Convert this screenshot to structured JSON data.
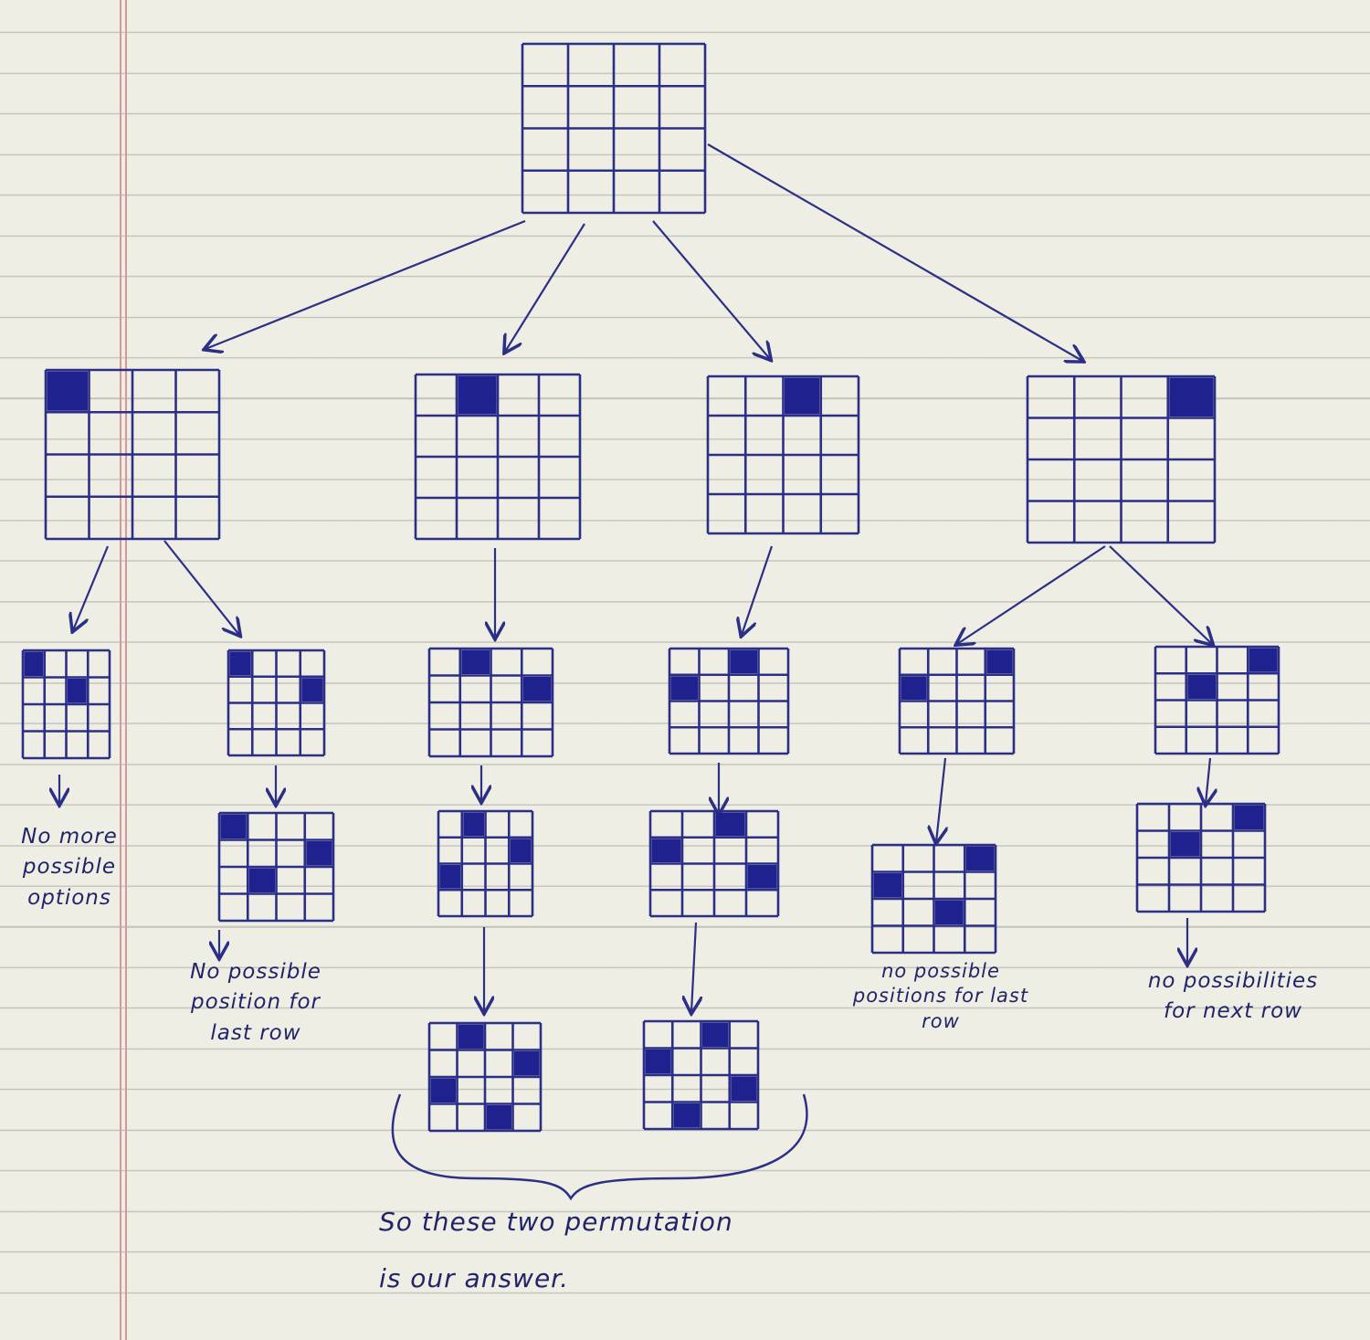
{
  "colors": {
    "ink": "#2b2f86",
    "queen_fill": "#1f228e",
    "paper": "#eeeee4",
    "rule_line": "#9a9a9a",
    "margin_line": "#d49a9a"
  },
  "board_size": 4,
  "boards": [
    {
      "id": "root",
      "queens": []
    },
    {
      "id": "l1-a",
      "queens": [
        [
          0,
          0
        ]
      ]
    },
    {
      "id": "l1-b",
      "queens": [
        [
          0,
          1
        ]
      ]
    },
    {
      "id": "l1-c",
      "queens": [
        [
          0,
          2
        ]
      ]
    },
    {
      "id": "l1-d",
      "queens": [
        [
          0,
          3
        ]
      ]
    },
    {
      "id": "l2-a1",
      "queens": [
        [
          0,
          0
        ],
        [
          1,
          2
        ]
      ]
    },
    {
      "id": "l2-a2",
      "queens": [
        [
          0,
          0
        ],
        [
          1,
          3
        ]
      ]
    },
    {
      "id": "l2-b",
      "queens": [
        [
          0,
          1
        ],
        [
          1,
          3
        ]
      ]
    },
    {
      "id": "l2-c",
      "queens": [
        [
          0,
          2
        ],
        [
          1,
          0
        ]
      ]
    },
    {
      "id": "l2-d1",
      "queens": [
        [
          0,
          3
        ],
        [
          1,
          0
        ]
      ]
    },
    {
      "id": "l2-d2",
      "queens": [
        [
          0,
          3
        ],
        [
          1,
          1
        ]
      ]
    },
    {
      "id": "l3-a2",
      "queens": [
        [
          0,
          0
        ],
        [
          1,
          3
        ],
        [
          2,
          1
        ]
      ]
    },
    {
      "id": "l3-b",
      "queens": [
        [
          0,
          1
        ],
        [
          1,
          3
        ],
        [
          2,
          0
        ]
      ]
    },
    {
      "id": "l3-c",
      "queens": [
        [
          0,
          2
        ],
        [
          1,
          0
        ],
        [
          2,
          3
        ]
      ]
    },
    {
      "id": "l3-d1",
      "queens": [
        [
          0,
          3
        ],
        [
          1,
          0
        ],
        [
          2,
          2
        ]
      ]
    },
    {
      "id": "l3-d2",
      "queens": [
        [
          0,
          3
        ],
        [
          1,
          1
        ]
      ]
    },
    {
      "id": "l4-b",
      "queens": [
        [
          0,
          1
        ],
        [
          1,
          3
        ],
        [
          2,
          0
        ],
        [
          3,
          2
        ]
      ]
    },
    {
      "id": "l4-c",
      "queens": [
        [
          0,
          2
        ],
        [
          1,
          0
        ],
        [
          2,
          3
        ],
        [
          3,
          1
        ]
      ]
    }
  ],
  "notes": {
    "dead_end_a1": "No more\npossible\noptions",
    "dead_end_a2": "No possible\nposition for\nlast row",
    "dead_end_d1": "no possible\npositions for last\nrow",
    "dead_end_d2": "no possibilities\nfor next row",
    "conclusion_line1": "So  these  two  permutation",
    "conclusion_line2": "is  our  answer."
  }
}
